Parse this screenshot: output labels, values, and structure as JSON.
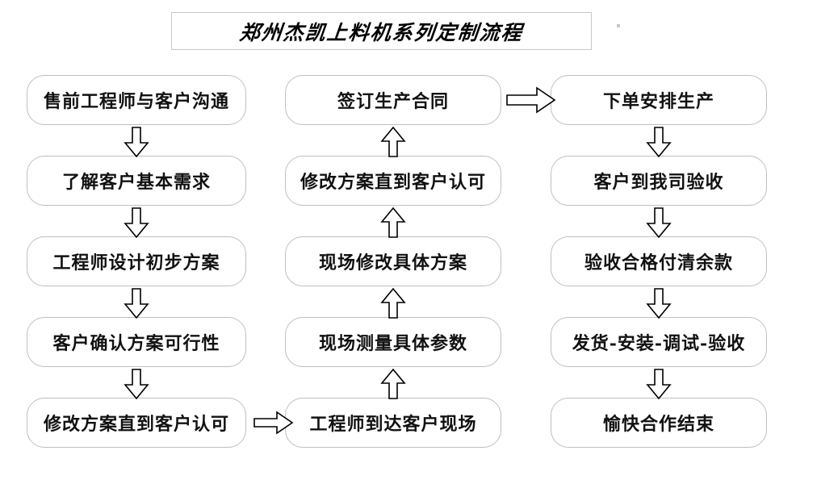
{
  "title": {
    "text": "郑州杰凯上料机系列定制流程"
  },
  "colors": {
    "box_border": "#bfbfbf",
    "title_border": "#c8c8c8",
    "text": "#111111",
    "arrow_stroke": "#000000",
    "background": "#ffffff"
  },
  "columns": [
    {
      "name": "pre-sales-design",
      "direction": "top-to-bottom",
      "nodes": [
        {
          "id": "c1n1",
          "label": "售前工程师与客户沟通"
        },
        {
          "id": "c1n2",
          "label": "了解客户基本需求"
        },
        {
          "id": "c1n3",
          "label": "工程师设计初步方案"
        },
        {
          "id": "c1n4",
          "label": "客户确认方案可行性"
        },
        {
          "id": "c1n5",
          "label": "修改方案直到客户认可"
        }
      ]
    },
    {
      "name": "on-site-survey",
      "direction": "bottom-to-top",
      "nodes": [
        {
          "id": "c2n1",
          "label": "签订生产合同"
        },
        {
          "id": "c2n2",
          "label": "修改方案直到客户认可"
        },
        {
          "id": "c2n3",
          "label": "现场修改具体方案"
        },
        {
          "id": "c2n4",
          "label": "现场测量具体参数"
        },
        {
          "id": "c2n5",
          "label": "工程师到达客户现场"
        }
      ]
    },
    {
      "name": "production-delivery",
      "direction": "top-to-bottom",
      "nodes": [
        {
          "id": "c3n1",
          "label": "下单安排生产"
        },
        {
          "id": "c3n2",
          "label": "客户到我司验收"
        },
        {
          "id": "c3n3",
          "label": "验收合格付清余款"
        },
        {
          "id": "c3n4",
          "label": "发货-安装-调试-验收"
        },
        {
          "id": "c3n5",
          "label": "愉快合作结束"
        }
      ]
    }
  ],
  "connectors": [
    {
      "id": "a1",
      "icon": "arrow-down-icon",
      "from": "c1n1",
      "to": "c1n2"
    },
    {
      "id": "a2",
      "icon": "arrow-down-icon",
      "from": "c1n2",
      "to": "c1n3"
    },
    {
      "id": "a3",
      "icon": "arrow-down-icon",
      "from": "c1n3",
      "to": "c1n4"
    },
    {
      "id": "a4",
      "icon": "arrow-down-icon",
      "from": "c1n4",
      "to": "c1n5"
    },
    {
      "id": "a5",
      "icon": "arrow-right-icon",
      "from": "c1n5",
      "to": "c2n5"
    },
    {
      "id": "a6",
      "icon": "arrow-up-icon",
      "from": "c2n5",
      "to": "c2n4"
    },
    {
      "id": "a7",
      "icon": "arrow-up-icon",
      "from": "c2n4",
      "to": "c2n3"
    },
    {
      "id": "a8",
      "icon": "arrow-up-icon",
      "from": "c2n3",
      "to": "c2n2"
    },
    {
      "id": "a9",
      "icon": "arrow-up-icon",
      "from": "c2n2",
      "to": "c2n1"
    },
    {
      "id": "a10",
      "icon": "arrow-right-icon",
      "from": "c2n1",
      "to": "c3n1"
    },
    {
      "id": "a11",
      "icon": "arrow-down-icon",
      "from": "c3n1",
      "to": "c3n2"
    },
    {
      "id": "a12",
      "icon": "arrow-down-icon",
      "from": "c3n2",
      "to": "c3n3"
    },
    {
      "id": "a13",
      "icon": "arrow-down-icon",
      "from": "c3n3",
      "to": "c3n4"
    },
    {
      "id": "a14",
      "icon": "arrow-down-icon",
      "from": "c3n4",
      "to": "c3n5"
    }
  ]
}
